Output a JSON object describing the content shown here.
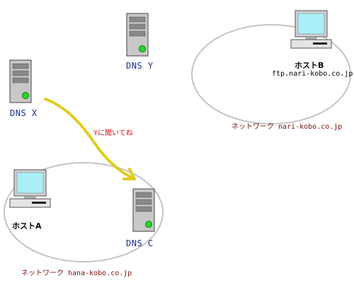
{
  "nodes": {
    "dns_x": {
      "label": "DNS X",
      "icon": "server-icon"
    },
    "dns_y": {
      "label": "DNS Y",
      "icon": "server-icon"
    },
    "dns_c": {
      "label": "DNS C",
      "icon": "server-icon"
    },
    "host_a": {
      "label": "ホストA",
      "icon": "computer-icon"
    },
    "host_b": {
      "label": "ホストB",
      "icon": "computer-icon",
      "domain": "ftp.nari-kobo.co.jp"
    }
  },
  "networks": {
    "hana": {
      "label": "ネットワーク hana-kobo.co.jp"
    },
    "nari": {
      "label": "ネットワーク nari-kobo.co.jp"
    }
  },
  "edges": {
    "x_to_c": {
      "label": "Yに聞いてね",
      "color": "#e0cc1e"
    }
  },
  "colors": {
    "server_body": "#c8c8c8",
    "server_led": "#22dd22",
    "screen": "#aaeef8",
    "network_ring": "#c4c4c4",
    "dns_text": "#1a2f9a",
    "net_text": "#7a1010",
    "edge_label_text": "#e01010"
  }
}
